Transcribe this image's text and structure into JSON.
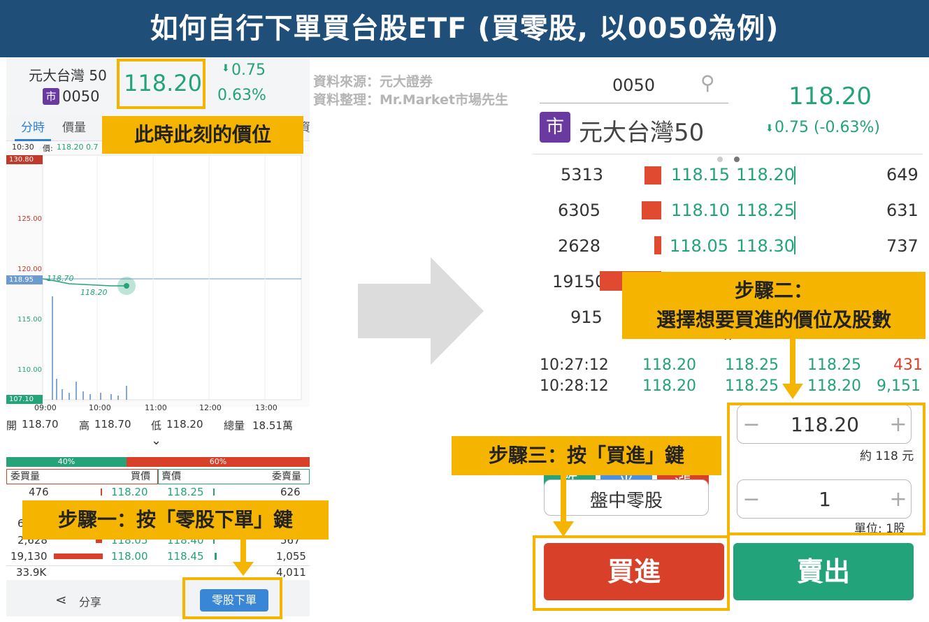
{
  "banner": {
    "title": "如何自行下單買台股ETF (買零股, 以0050為例)"
  },
  "source": {
    "line1": "資料來源：元大證券",
    "line2": "資料整理：Mr.Market市場先生"
  },
  "left": {
    "name": "元大台灣 50",
    "market_badge": "市",
    "code": "0050",
    "price": "118.20",
    "change": "0.75",
    "change_pct": "0.63%",
    "tabs": [
      "分時",
      "價量",
      "資"
    ],
    "chart_header_time": "10:30",
    "chart_header_price_label": "價:",
    "chart_header_price": "118.20",
    "chart_header_change": "0.7",
    "y_labels": [
      "130.80",
      "125.00",
      "120.00",
      "118.95",
      "115.00",
      "110.00",
      "107.10"
    ],
    "x_labels": [
      "09:00",
      "10:00",
      "11:00",
      "12:00",
      "13:00"
    ],
    "open_label": "118.70",
    "point_label": "118.20",
    "stats": {
      "open_label": "開",
      "open": "118.70",
      "high_label": "高",
      "high": "118.70",
      "low_label": "低",
      "low": "118.20",
      "vol_label": "總量",
      "vol": "18.51萬"
    },
    "ratio": {
      "buy": "40%",
      "sell": "60%"
    },
    "book_headers": {
      "bid_qty": "委買量",
      "bid": "買價",
      "ask": "賣價",
      "ask_qty": "委賣量"
    },
    "book_rows": [
      {
        "bid_qty": "476",
        "bid": "118.20",
        "ask": "118.25",
        "ask_qty": "626"
      },
      {
        "bid_qty": "6",
        "bid": "",
        "ask": "",
        "ask_qty": ""
      },
      {
        "bid_qty": "2,628",
        "bid": "118.05",
        "ask": "118.40",
        "ask_qty": "567"
      },
      {
        "bid_qty": "19,130",
        "bid": "118.00",
        "ask": "118.45",
        "ask_qty": "1,055"
      }
    ],
    "totals": {
      "bid": "33.9K",
      "ask": "4,011"
    },
    "share_label": "分享",
    "odd_lot_button": "零股下單"
  },
  "callouts": {
    "price_now": "此時此刻的價位",
    "step1": "步驟一：按「零股下單」鍵",
    "step2_line1": "步驟二：",
    "step2_line2": "選擇想要買進的價位及股數",
    "step3": "步驟三：按「買進」鍵"
  },
  "right": {
    "search_value": "0050",
    "market_badge": "市",
    "name": "元大台灣50",
    "price": "118.20",
    "change": "0.75 (-0.63%)",
    "book": [
      {
        "bid_qty": "5313",
        "bid": "118.15",
        "ask": "118.20",
        "ask_qty": "649"
      },
      {
        "bid_qty": "6305",
        "bid": "118.10",
        "ask": "118.25",
        "ask_qty": "631"
      },
      {
        "bid_qty": "2628",
        "bid": "118.05",
        "ask": "118.30",
        "ask_qty": "737"
      },
      {
        "bid_qty": "19150",
        "bid": "",
        "ask": "",
        "ask_qty": ""
      },
      {
        "bid_qty": "915",
        "bid": "",
        "ask": "",
        "ask_qty": ""
      }
    ],
    "trades": [
      {
        "time": "10:27:12",
        "p1": "118.20",
        "p2": "118.25",
        "p3": "118.25",
        "vol": "431"
      },
      {
        "time": "10:28:12",
        "p1": "118.20",
        "p2": "118.25",
        "p3": "118.20",
        "vol": "9,151"
      }
    ],
    "quick": {
      "down": "跌",
      "flat": "平",
      "up": "漲"
    },
    "price_stepper": {
      "value": "118.20",
      "minus": "−",
      "plus": "+"
    },
    "approx": "約 118 元",
    "session": "盤中零股",
    "qty_stepper": {
      "value": "1",
      "minus": "−",
      "plus": "+"
    },
    "unit": "單位: 1股",
    "buy": "買進",
    "sell": "賣出"
  }
}
